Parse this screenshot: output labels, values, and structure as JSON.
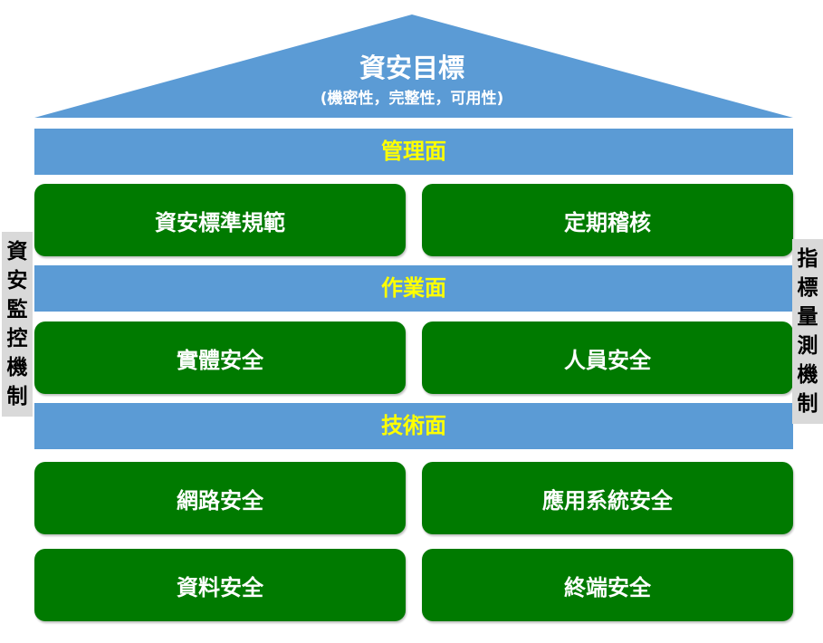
{
  "roof": {
    "title": "資安目標",
    "subtitle": "(機密性，完整性，可用性)"
  },
  "bands": [
    {
      "label": "管理面"
    },
    {
      "label": "作業面"
    },
    {
      "label": "技術面"
    }
  ],
  "boxes": [
    {
      "label": "資安標準規範"
    },
    {
      "label": "定期稽核"
    },
    {
      "label": "實體安全"
    },
    {
      "label": "人員安全"
    },
    {
      "label": "網路安全"
    },
    {
      "label": "應用系統安全"
    },
    {
      "label": "資料安全"
    },
    {
      "label": "終端安全"
    }
  ],
  "left_side": {
    "chars": [
      "資",
      "安",
      "監",
      "控",
      "機",
      "制"
    ]
  },
  "right_side": {
    "chars": [
      "指",
      "標",
      "量",
      "測",
      "機",
      "制"
    ]
  },
  "colors": {
    "roof": "#5b9bd5",
    "band": "#5b9bd5",
    "band_text": "#ffff00",
    "box": "#007a00",
    "box_text": "#ffffff",
    "side": "#d9d9d9"
  }
}
